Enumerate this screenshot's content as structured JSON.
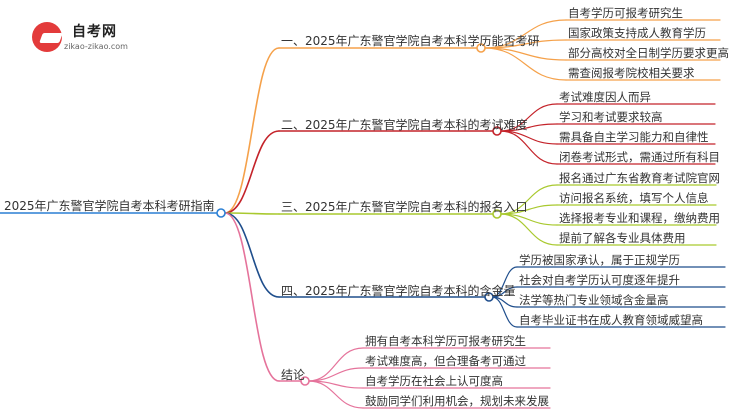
{
  "logo": {
    "title": "自考网",
    "subtitle": "zikao-zikao.com"
  },
  "root": "2025年广东警官学院自考本科考研指南",
  "branches": [
    {
      "title": "一、2025年广东警官学院自考本科学历能否考研",
      "color": "#f5a14a",
      "leaves": [
        "自考学历可报考研究生",
        "国家政策支持成人教育学历",
        "部分高校对全日制学历要求更高",
        "需查阅报考院校相关要求"
      ]
    },
    {
      "title": "二、2025年广东警官学院自考本科的考试难度",
      "color": "#c4232a",
      "leaves": [
        "考试难度因人而异",
        "学习和考试要求较高",
        "需具备自主学习能力和自律性",
        "闭卷考试形式，需通过所有科目"
      ]
    },
    {
      "title": "三、2025年广东警官学院自考本科的报名入口",
      "color": "#a9c92f",
      "leaves": [
        "报名通过广东省教育考试院官网",
        "访问报名系统，填写个人信息",
        "选择报考专业和课程，缴纳费用",
        "提前了解各专业具体费用"
      ]
    },
    {
      "title": "四、2025年广东警官学院自考本科的含金量",
      "color": "#1f4e8c",
      "leaves": [
        "学历被国家承认，属于正规学历",
        "社会对自考学历认可度逐年提升",
        "法学等热门专业领域含金量高",
        "自考毕业证书在成人教育领域威望高"
      ]
    },
    {
      "title": "结论",
      "color": "#e5739b",
      "leaves": [
        "拥有自考本科学历可报考研究生",
        "考试难度高，但合理备考可通过",
        "自考学历在社会上认可度高",
        "鼓励同学们利用机会，规划未来发展"
      ]
    }
  ],
  "colors": {
    "root_line": "#2a7fd4"
  }
}
